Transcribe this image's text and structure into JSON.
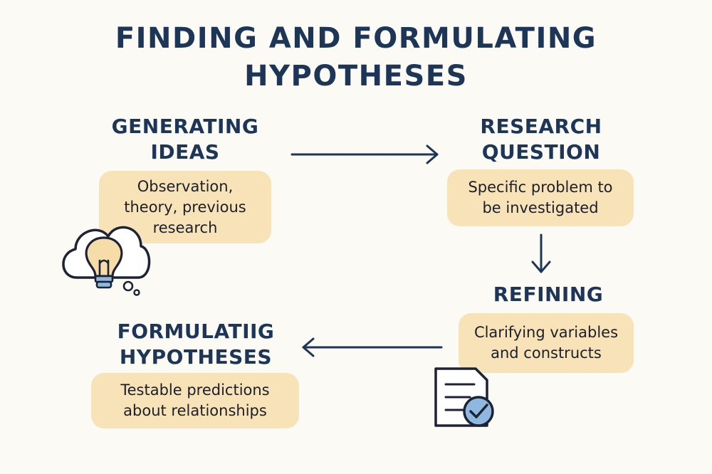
{
  "title": {
    "line1": "FINDING AND FORMULATING",
    "line2": "HYPOTHESES"
  },
  "steps": {
    "generating": {
      "heading_line1": "GENERATING",
      "heading_line2": "IDEAS",
      "desc_line1": "Observation,",
      "desc_line2": "theory, previous",
      "desc_line3": "research"
    },
    "question": {
      "heading_line1": "RESEARCH",
      "heading_line2": "QUESTION",
      "desc_line1": "Specific problem to",
      "desc_line2": "be investigated"
    },
    "refining": {
      "heading": "REFINING",
      "desc_line1": "Clarifying variables",
      "desc_line2": "and constructs"
    },
    "formulating": {
      "heading_line1": "FORMULATIIG",
      "heading_line2": "HYPOTHESES",
      "desc_line1": "Testable predictions",
      "desc_line2": "about relationships"
    }
  },
  "icons": {
    "ideas": "lightbulb-cloud-icon",
    "refining": "checklist-document-icon"
  },
  "colors": {
    "heading": "#1d3557",
    "box_fill": "#f8e3b8",
    "icon_accent": "#8fb8e0",
    "background": "#fbfaf4"
  }
}
